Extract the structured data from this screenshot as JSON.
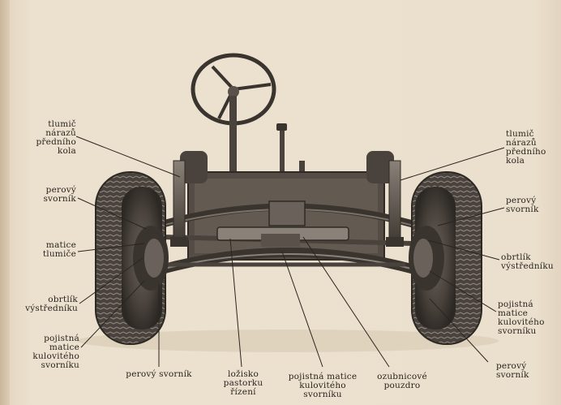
{
  "labels": {
    "left": [
      "tlumič\nnárazů\npředního\nkola",
      "perový\nsvorník",
      "matice\ntlumiče",
      "obrtlík\nvýstředníku",
      "pojistná\nmatice\nkulovitého\nsvorníku"
    ],
    "right": [
      "tlumič\nnárazů\npředního\nkola",
      "perový\nsvorník",
      "obrtlík\nvýstředníku",
      "pojistná\nmatice\nkulovitého\nsvorníku",
      "perový\nsvorník"
    ],
    "bottom": [
      "perový svorník",
      "ložisko\npastorku\nřízení",
      "pojistná matice\nkulovitého\nsvorníku",
      "ozubnicové\npouzdro"
    ]
  }
}
